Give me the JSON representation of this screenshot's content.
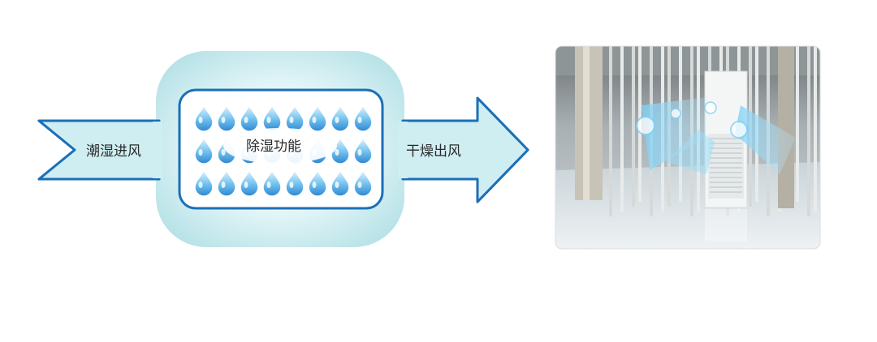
{
  "diagram": {
    "input_label": "潮湿进风",
    "function_label": "除湿功能",
    "output_label": "干燥出风"
  },
  "colors": {
    "arrow_fill": "#cfeef2",
    "arrow_stroke": "#1b6fb8",
    "box_glow": "#c2e8ec",
    "drop": "#4aa7e3"
  },
  "photo": {
    "icon": "dehumidifier-in-lobby-photo"
  }
}
